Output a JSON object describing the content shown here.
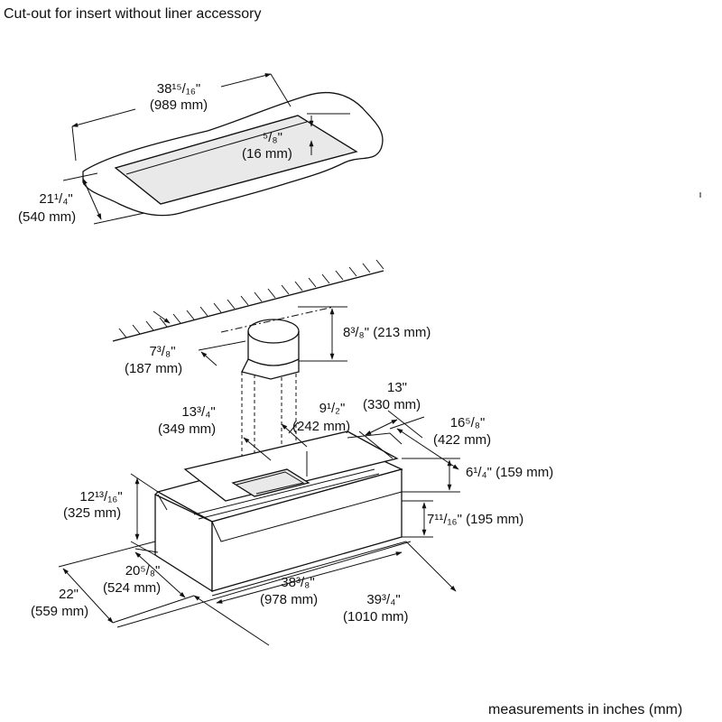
{
  "title": "Cut-out for insert without liner accessory",
  "footer": "measurements in inches (mm)",
  "dims": {
    "cutout_length_in": "38¹⁵/₁₆\"",
    "cutout_length_mm": "(989 mm)",
    "cutout_offset_in": "⁵/₈\"",
    "cutout_offset_mm": "(16 mm)",
    "cutout_depth_in": "21¹/₄\"",
    "cutout_depth_mm": "(540 mm)",
    "duct_height": "8³/₈\" (213 mm)",
    "duct_diameter_in": "7³/₈\"",
    "duct_diameter_mm": "(187 mm)",
    "duct_offset_left_in": "13³/₄\"",
    "duct_offset_left_mm": "(349 mm)",
    "duct_offset_depth_in": "9¹/₂\"",
    "duct_offset_depth_mm": "(242 mm)",
    "top_width_in": "13\"",
    "top_width_mm": "(330 mm)",
    "top_depth_in": "16⁵/₈\"",
    "top_depth_mm": "(422 mm)",
    "top_height": "6¹/₄\" (159 mm)",
    "front_height": "7¹¹/₁₆\" (195 mm)",
    "total_height_in": "12¹³/₁₆\"",
    "total_height_mm": "(325 mm)",
    "inner_depth_in": "20⁵/₈\"",
    "inner_depth_mm": "(524 mm)",
    "outer_depth_in": "22\"",
    "outer_depth_mm": "(559 mm)",
    "inner_width_in": "38³/₈\"",
    "inner_width_mm": "(978 mm)",
    "outer_width_in": "39³/₄\"",
    "outer_width_mm": "(1010 mm)"
  }
}
